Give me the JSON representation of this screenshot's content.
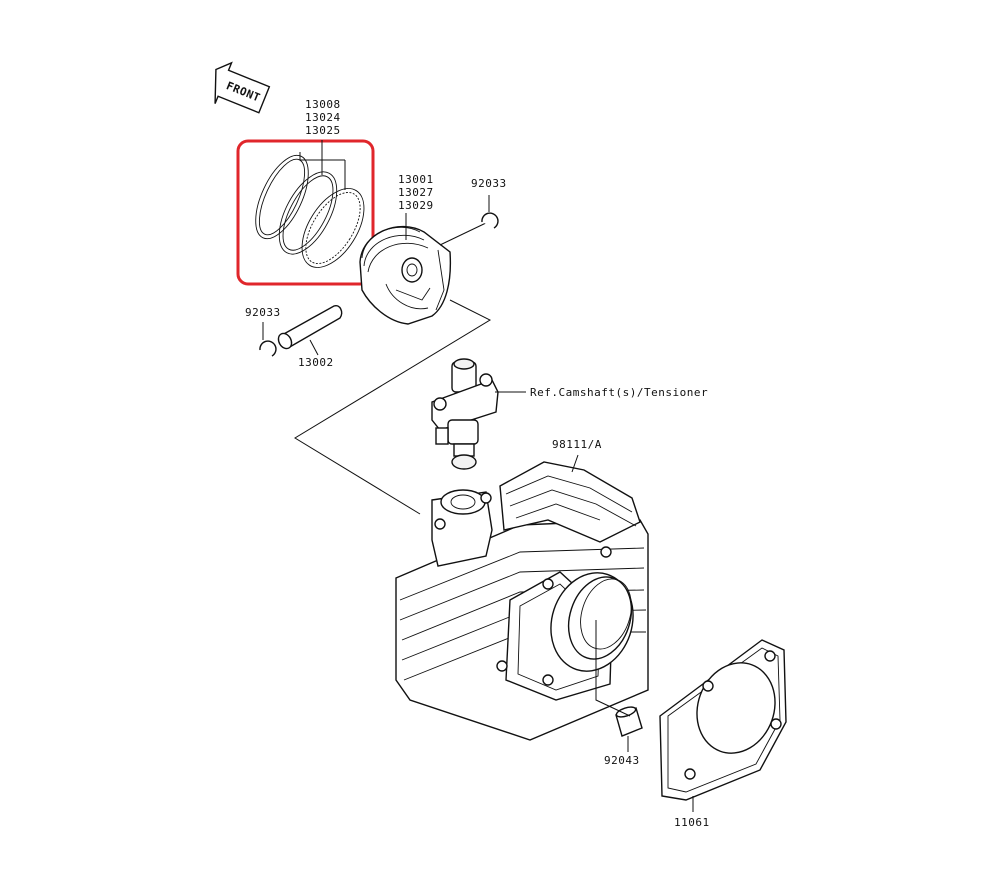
{
  "front_arrow": {
    "label": "FRONT"
  },
  "highlight": {
    "color": "#e0262b"
  },
  "labels": {
    "rings_a": "13008",
    "rings_b": "13024",
    "rings_c": "13025",
    "piston_a": "13001",
    "piston_b": "13027",
    "piston_c": "13029",
    "clip_right": "92033",
    "clip_left": "92033",
    "pin": "13002",
    "ref_text": "Ref.Camshaft(s)/Tensioner",
    "cylinder": "98111/A",
    "dowel": "92043",
    "gasket": "11061"
  }
}
